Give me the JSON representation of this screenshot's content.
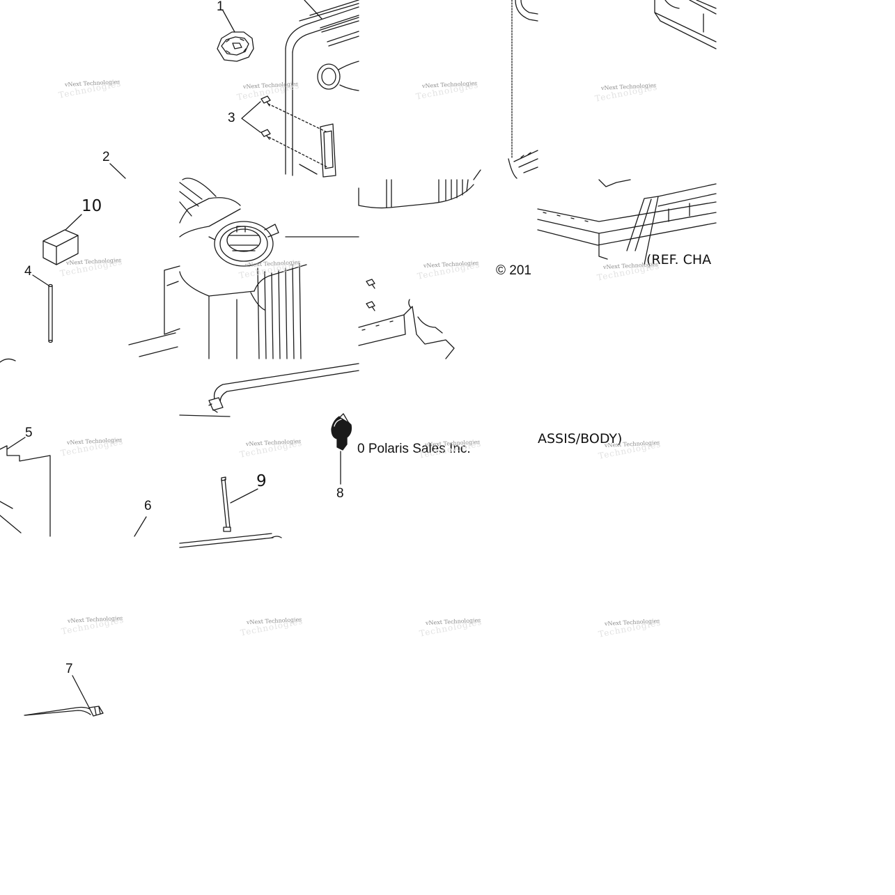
{
  "callouts": [
    {
      "id": "1",
      "label": "1"
    },
    {
      "id": "2",
      "label": "2"
    },
    {
      "id": "3",
      "label": "3"
    },
    {
      "id": "4",
      "label": "4"
    },
    {
      "id": "5",
      "label": "5"
    },
    {
      "id": "6",
      "label": "6"
    },
    {
      "id": "7",
      "label": "7"
    },
    {
      "id": "8",
      "label": "8"
    },
    {
      "id": "9",
      "label": "9"
    },
    {
      "id": "10",
      "label": "10"
    }
  ],
  "captions": {
    "copyright_a": "© 201",
    "copyright_b": "0 Polaris Sales Inc.",
    "ref_a": "(REF. CHA",
    "ref_b": "ASSIS/BODY)"
  },
  "watermark": {
    "text": "vNext Technologies",
    "ghost": "Technologies"
  },
  "colors": {
    "line": "#1a1a1a",
    "watermark": "#8a8a8a",
    "part_fill": "#ffffff"
  }
}
